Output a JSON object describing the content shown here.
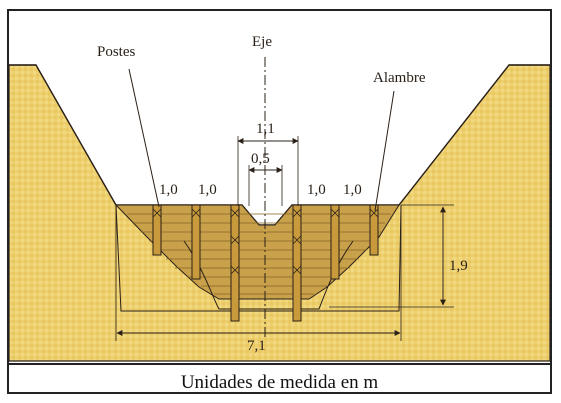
{
  "diagram": {
    "labels": {
      "axis": "Eje",
      "posts": "Postes",
      "wire": "Alambre",
      "top_width": "1,1",
      "bottom_width": "0,5",
      "spacing_left_outer": "1,0",
      "spacing_left_inner": "1,0",
      "spacing_right_inner": "1,0",
      "spacing_right_outer": "1,0",
      "height": "1,9",
      "total_width": "7,1"
    },
    "caption": "Unidades de medida en m",
    "colors": {
      "ground": "#edcf6c",
      "ground_texture": "#f6e196",
      "dam_fill": "#c9a14a",
      "posts": "#c99a3c",
      "line": "#2a2018"
    }
  }
}
